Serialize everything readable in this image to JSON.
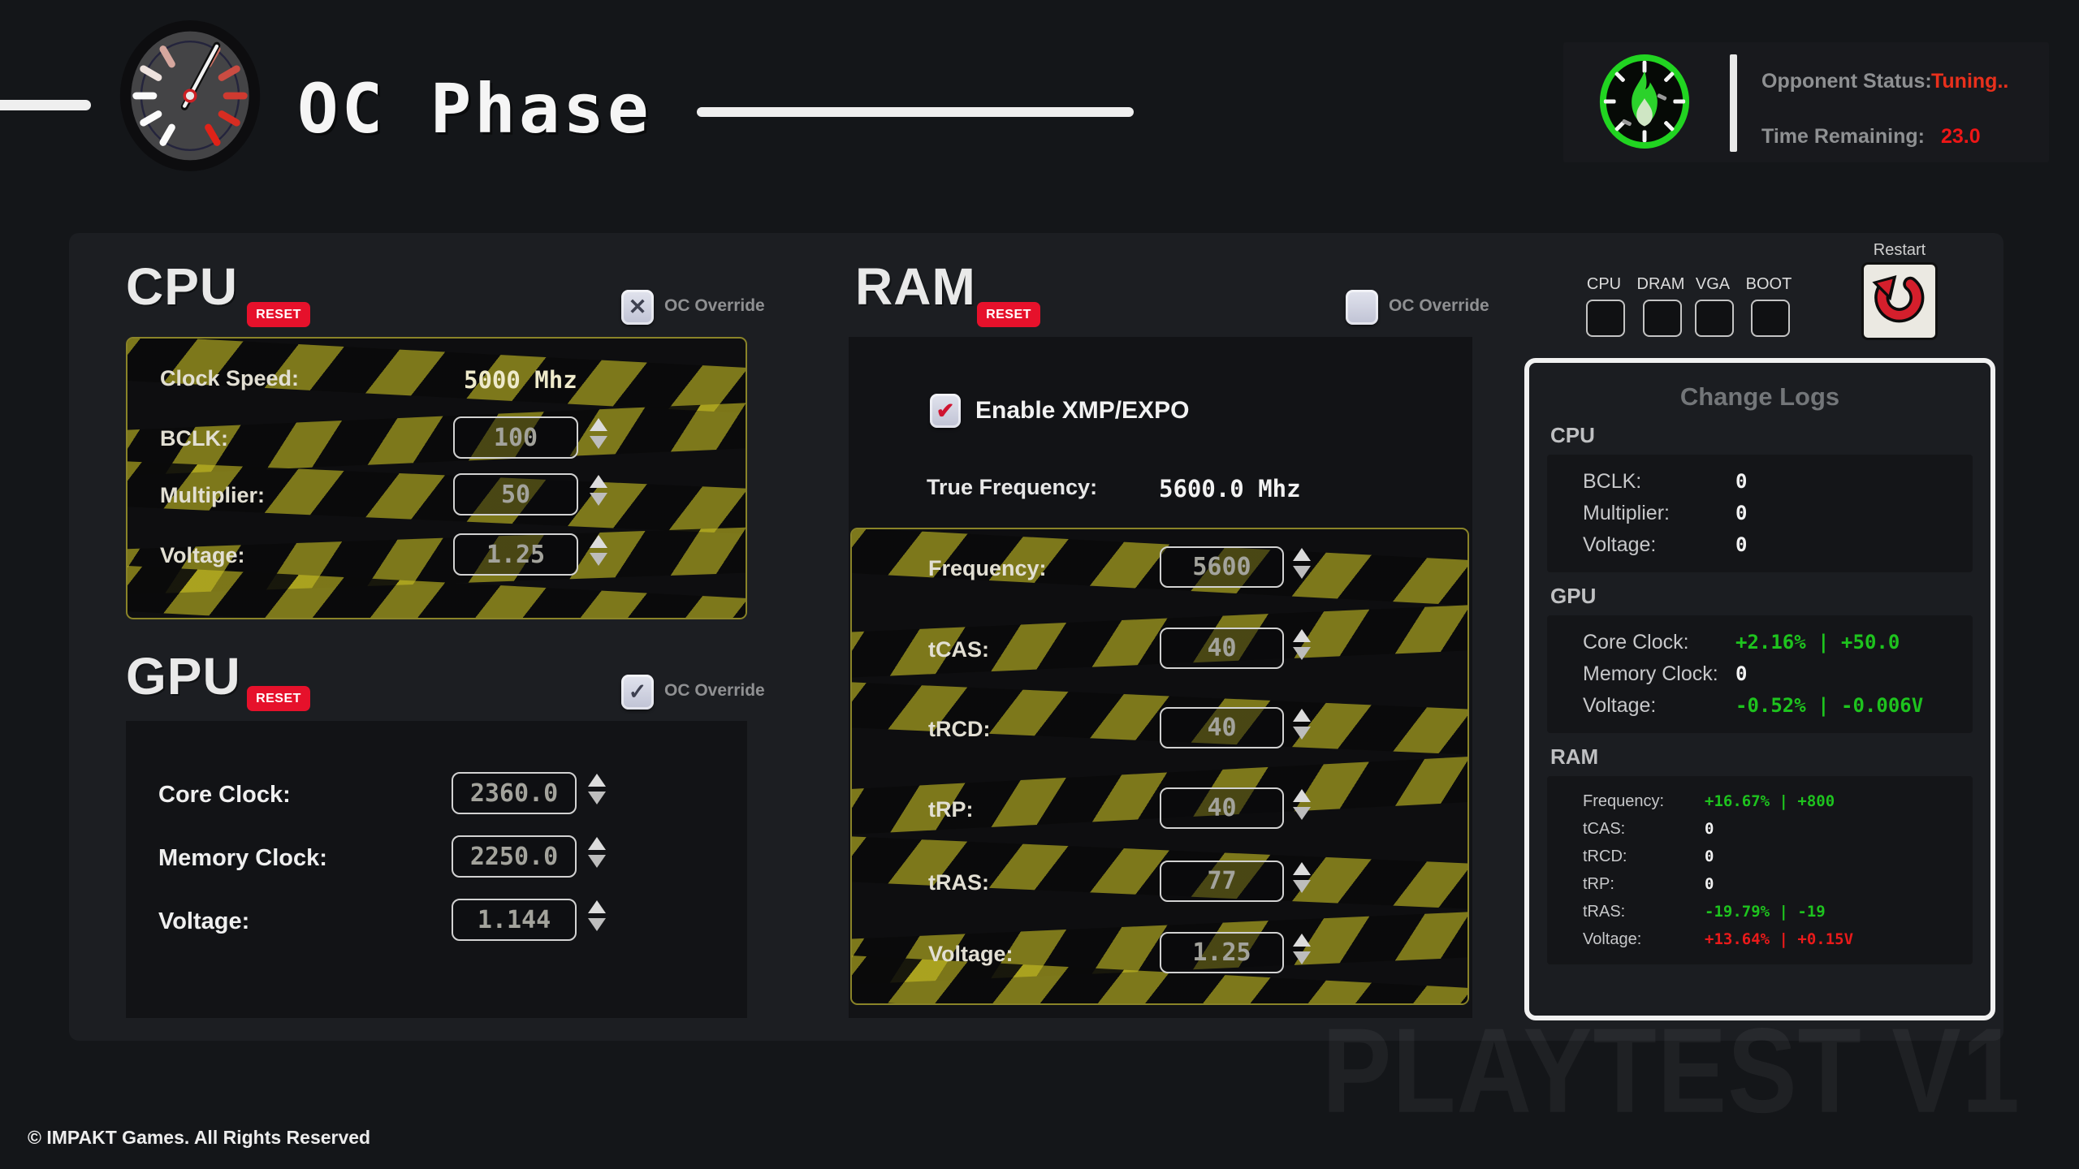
{
  "page": {
    "title": "OC Phase",
    "copyright": "© IMPAKT Games. All Rights Reserved",
    "watermark": "PLAYTEST V1"
  },
  "status": {
    "opponent_label": "Opponent Status:",
    "opponent_value": "Tuning..",
    "time_label": "Time Remaining:",
    "time_value": "23.0"
  },
  "colors": {
    "background": "#141619",
    "panel": "#1c1e22",
    "hazard_yellow": "#8f891c",
    "reset_red": "#e6112b",
    "positive_green": "#1ec31e",
    "negative_red": "#ea1a1a",
    "status_green_icon": "#21d421"
  },
  "cpu": {
    "heading": "CPU",
    "reset_label": "RESET",
    "oc_override_label": "OC Override",
    "oc_override_glyph": "✕",
    "clock_speed_label": "Clock Speed:",
    "clock_speed_value": "5000 Mhz",
    "fields": [
      {
        "label": "BCLK:",
        "value": "100"
      },
      {
        "label": "Multiplier:",
        "value": "50"
      },
      {
        "label": "Voltage:",
        "value": "1.25"
      }
    ]
  },
  "gpu": {
    "heading": "GPU",
    "reset_label": "RESET",
    "oc_override_label": "OC Override",
    "oc_override_glyph": "✓",
    "fields": [
      {
        "label": "Core Clock:",
        "value": "2360.0"
      },
      {
        "label": "Memory Clock:",
        "value": "2250.0"
      },
      {
        "label": "Voltage:",
        "value": "1.144"
      }
    ]
  },
  "ram": {
    "heading": "RAM",
    "reset_label": "RESET",
    "oc_override_label": "OC Override",
    "xmp_label": "Enable XMP/EXPO",
    "xmp_glyph": "✔",
    "true_frequency_label": "True Frequency:",
    "true_frequency_value": "5600.0 Mhz",
    "fields": [
      {
        "label": "Frequency:",
        "value": "5600"
      },
      {
        "label": "tCAS:",
        "value": "40"
      },
      {
        "label": "tRCD:",
        "value": "40"
      },
      {
        "label": "tRP:",
        "value": "40"
      },
      {
        "label": "tRAS:",
        "value": "77"
      },
      {
        "label": "Voltage:",
        "value": "1.25"
      }
    ]
  },
  "debug_leds": {
    "items": [
      {
        "label": "CPU"
      },
      {
        "label": "DRAM"
      },
      {
        "label": "VGA"
      },
      {
        "label": "BOOT"
      }
    ]
  },
  "restart": {
    "label": "Restart"
  },
  "change_logs": {
    "title": "Change Logs",
    "sections": [
      {
        "name": "CPU",
        "rows": [
          {
            "label": "BCLK:",
            "value": "0",
            "color": "white"
          },
          {
            "label": "Multiplier:",
            "value": "0",
            "color": "white"
          },
          {
            "label": "Voltage:",
            "value": "0",
            "color": "white"
          }
        ]
      },
      {
        "name": "GPU",
        "rows": [
          {
            "label": "Core Clock:",
            "value": "+2.16% | +50.0",
            "color": "green"
          },
          {
            "label": "Memory Clock:",
            "value": "0",
            "color": "white"
          },
          {
            "label": "Voltage:",
            "value": "-0.52% | -0.006V",
            "color": "green"
          }
        ]
      },
      {
        "name": "RAM",
        "rows": [
          {
            "label": "Frequency:",
            "value": "+16.67% | +800",
            "color": "green"
          },
          {
            "label": "tCAS:",
            "value": "0",
            "color": "white"
          },
          {
            "label": "tRCD:",
            "value": "0",
            "color": "white"
          },
          {
            "label": "tRP:",
            "value": "0",
            "color": "white"
          },
          {
            "label": "tRAS:",
            "value": "-19.79% | -19",
            "color": "green"
          },
          {
            "label": "Voltage:",
            "value": "+13.64% | +0.15V",
            "color": "red"
          }
        ]
      }
    ]
  }
}
